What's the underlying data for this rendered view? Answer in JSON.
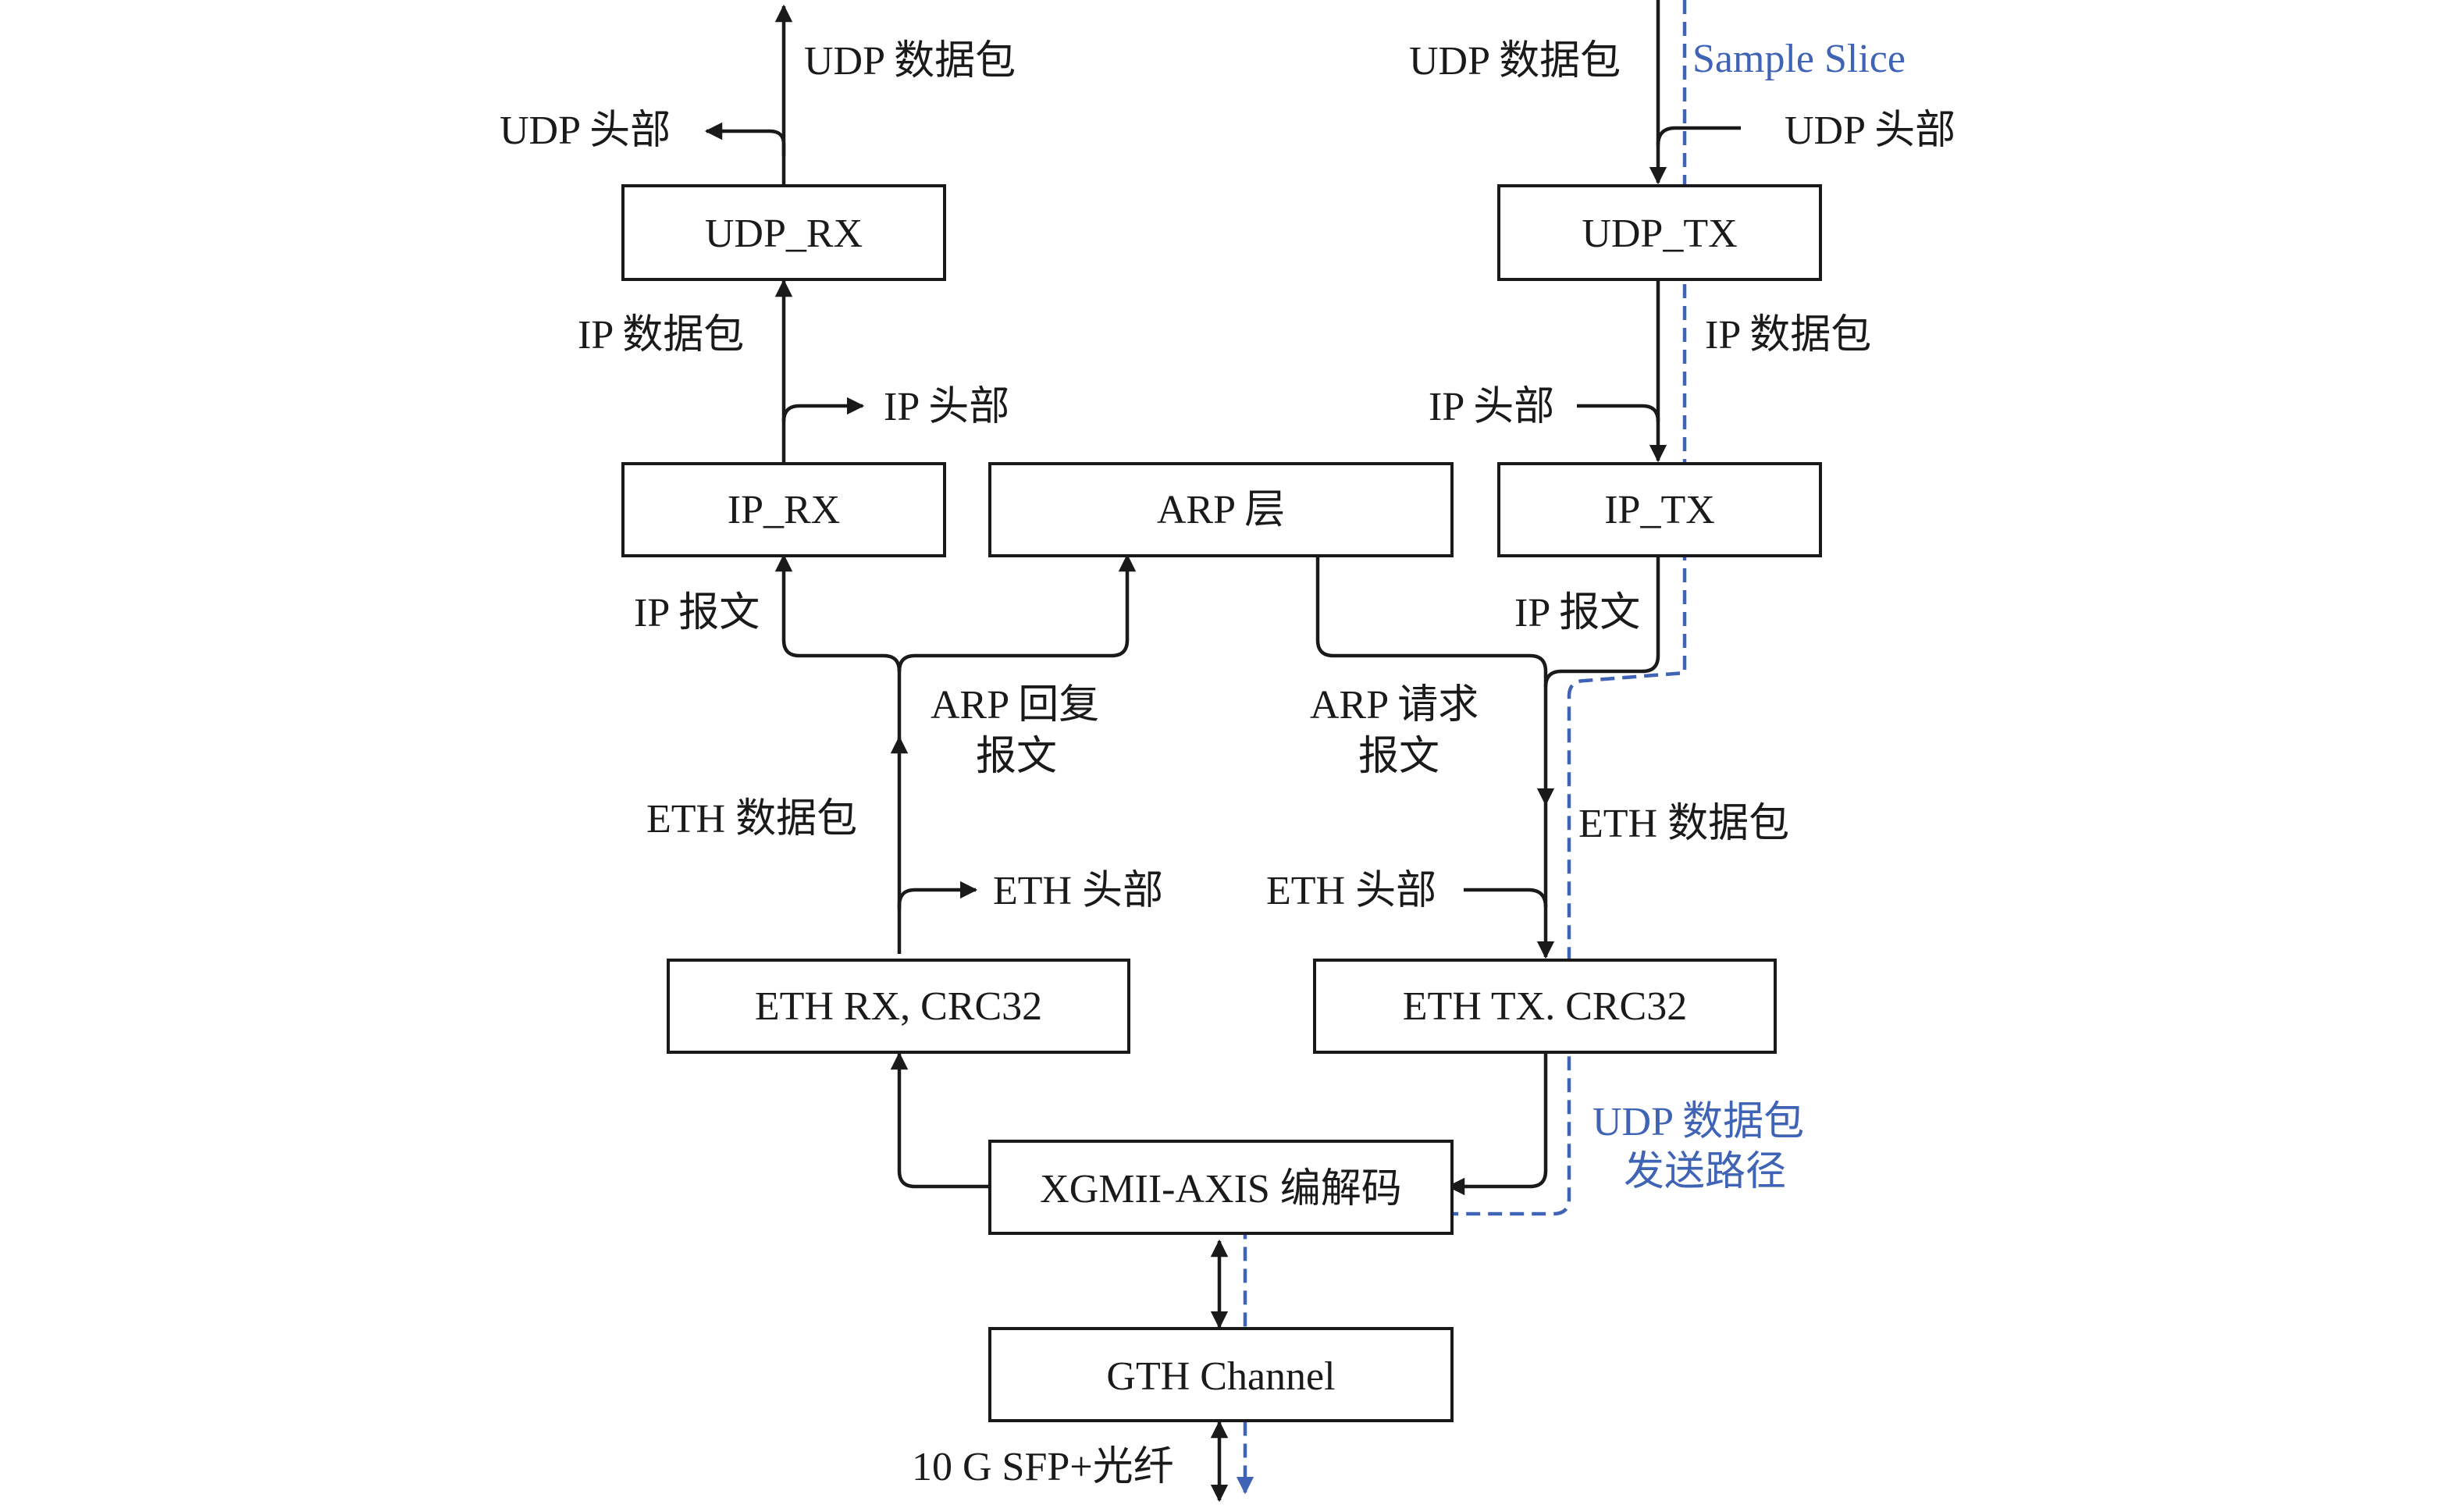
{
  "diagram": {
    "blocks": {
      "udp_rx": "UDP_RX",
      "udp_tx": "UDP_TX",
      "ip_rx": "IP_RX",
      "arp": "ARP 层",
      "ip_tx": "IP_TX",
      "eth_rx": "ETH RX, CRC32",
      "eth_tx": "ETH TX. CRC32",
      "xgmii": "XGMII-AXIS 编解码",
      "gth": "GTH Channel"
    },
    "labels": {
      "rx_udp_packet": "UDP 数据包",
      "rx_udp_header": "UDP 头部",
      "tx_udp_packet": "UDP 数据包",
      "tx_udp_header": "UDP 头部",
      "sample_slice": "Sample Slice",
      "rx_ip_packet": "IP 数据包",
      "rx_ip_header": "IP 头部",
      "tx_ip_packet": "IP 数据包",
      "tx_ip_header": "IP 头部",
      "rx_ip_message": "IP 报文",
      "tx_ip_message": "IP 报文",
      "arp_reply_line1": "ARP 回复",
      "arp_reply_line2": "报文",
      "arp_request_line1": "ARP 请求",
      "arp_request_line2": "报文",
      "rx_eth_packet": "ETH 数据包",
      "rx_eth_header": "ETH 头部",
      "tx_eth_packet": "ETH 数据包",
      "tx_eth_header": "ETH 头部",
      "udp_send_path_line1": "UDP 数据包",
      "udp_send_path_line2": "发送路径",
      "sfp_fiber": "10 G SFP+光纤"
    },
    "colors": {
      "line": "#1a1a1a",
      "highlight_path": "#3f63b5"
    }
  }
}
